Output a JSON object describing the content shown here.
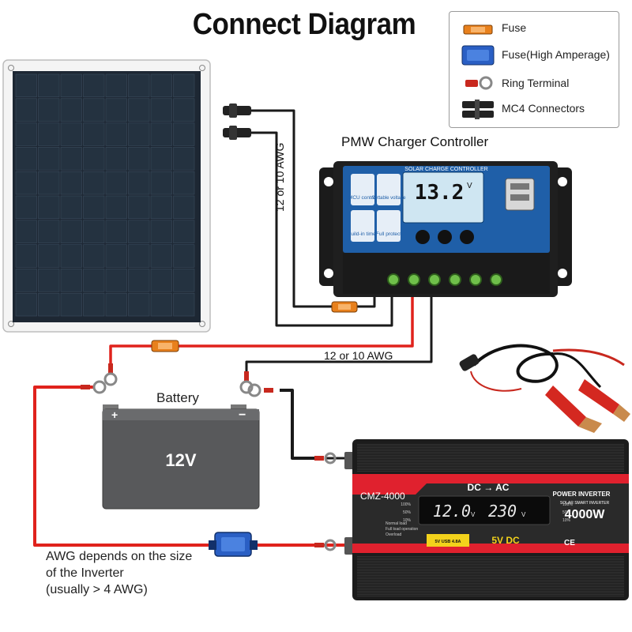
{
  "title": "Connect Diagram",
  "legend": [
    {
      "label": "Fuse",
      "icon": "fuse-icon",
      "color": "#e8801c"
    },
    {
      "label": "Fuse(High Amperage)",
      "icon": "high-amperage-fuse-icon",
      "color": "#2a5fc4"
    },
    {
      "label": "Ring Terminal",
      "icon": "ring-terminal-icon",
      "color": "#c8281e"
    },
    {
      "label": "MC4 Connectors",
      "icon": "mc4-connector-icon",
      "color": "#222222"
    }
  ],
  "controller": {
    "title": "PMW Charger Controller",
    "header": "SOLAR CHARGE CONTROLLER",
    "voltage": "13.2",
    "voltage_unit": "V",
    "badges": [
      "MCU control",
      "Settable voltage",
      "Build-in timer",
      "Full protect"
    ]
  },
  "wires": {
    "panel_gauge": "12 or 10 AWG",
    "battery_gauge": "12 or 10 AWG",
    "inverter_note": [
      "AWG depends on the size",
      "of the Inverter",
      "(usually  > 4 AWG)"
    ]
  },
  "battery": {
    "label": "Battery",
    "voltage": "12V",
    "plus": "+",
    "minus": "−"
  },
  "inverter": {
    "model": "CMZ-4000",
    "banner": "DC → AC",
    "brand": "POWER INVERTER",
    "sub": "SOLAR SMART INVERTER",
    "power": "4000W",
    "volt_in": "12.0",
    "volt_in_unit": "V",
    "volt_out": "230",
    "volt_out_unit": "V",
    "usb": "5V DC",
    "usb_badge": "5V USB 4.8A",
    "load_levels": [
      "100%",
      "50%",
      "10%"
    ],
    "load_modes": [
      "Normal load",
      "Full load operation",
      "Overload"
    ],
    "marks": "CE"
  },
  "colors": {
    "wire_red": "#e0221c",
    "wire_black": "#1a1a1a",
    "panel": "#1d2733",
    "controller": "#1f5fa8",
    "screen": "#2a9bd8",
    "battery": "#58595b",
    "inverter": "#1c1c1c",
    "inverter_accent": "#e0212e"
  }
}
